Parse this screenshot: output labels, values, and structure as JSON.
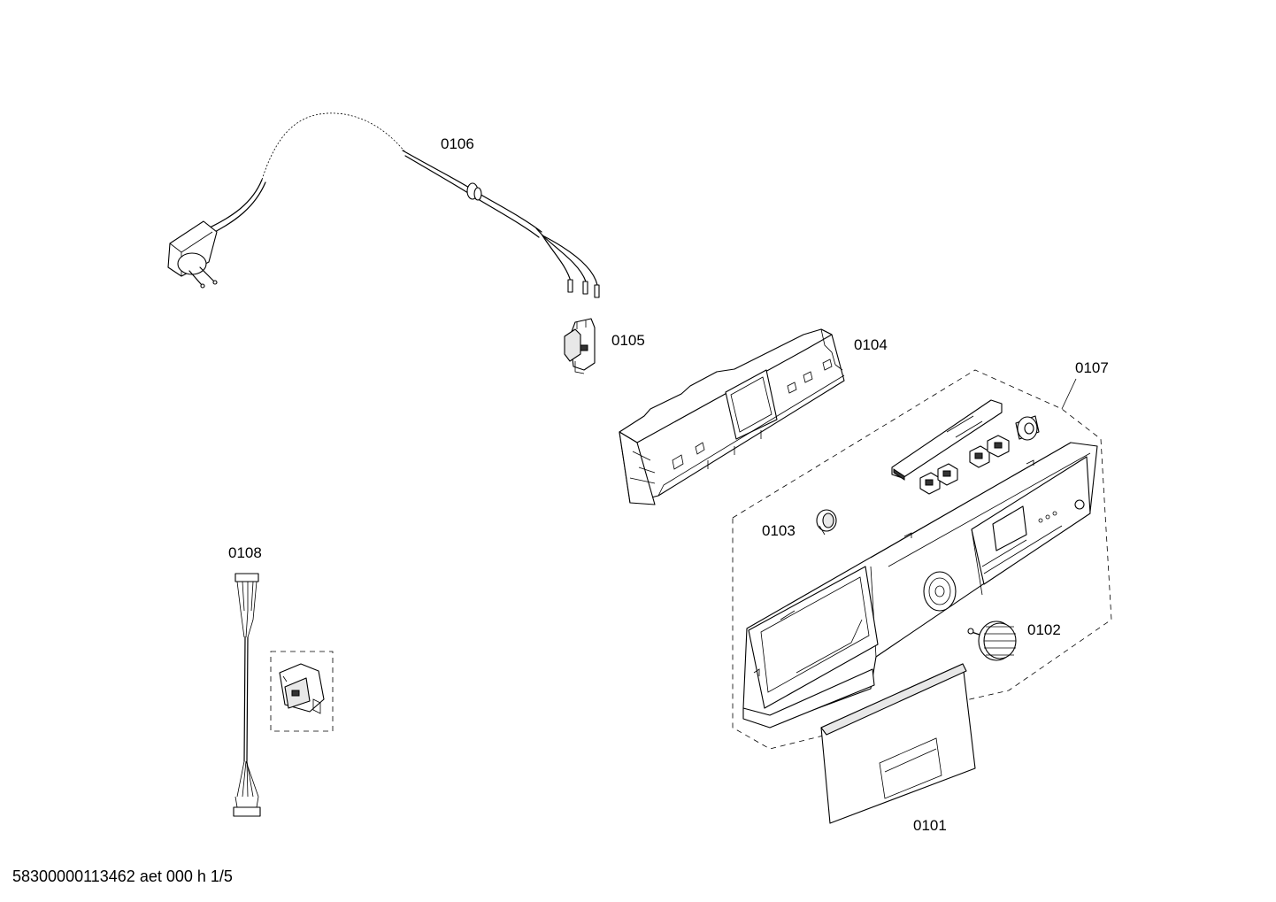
{
  "diagram": {
    "parts": [
      {
        "id": "0101",
        "label": "0101"
      },
      {
        "id": "0102",
        "label": "0102"
      },
      {
        "id": "0103",
        "label": "0103"
      },
      {
        "id": "0104",
        "label": "0104"
      },
      {
        "id": "0105",
        "label": "0105"
      },
      {
        "id": "0106",
        "label": "0106"
      },
      {
        "id": "0107",
        "label": "0107"
      },
      {
        "id": "0108",
        "label": "0108"
      }
    ],
    "footer": "58300000113462 aet 000 h 1/5"
  }
}
